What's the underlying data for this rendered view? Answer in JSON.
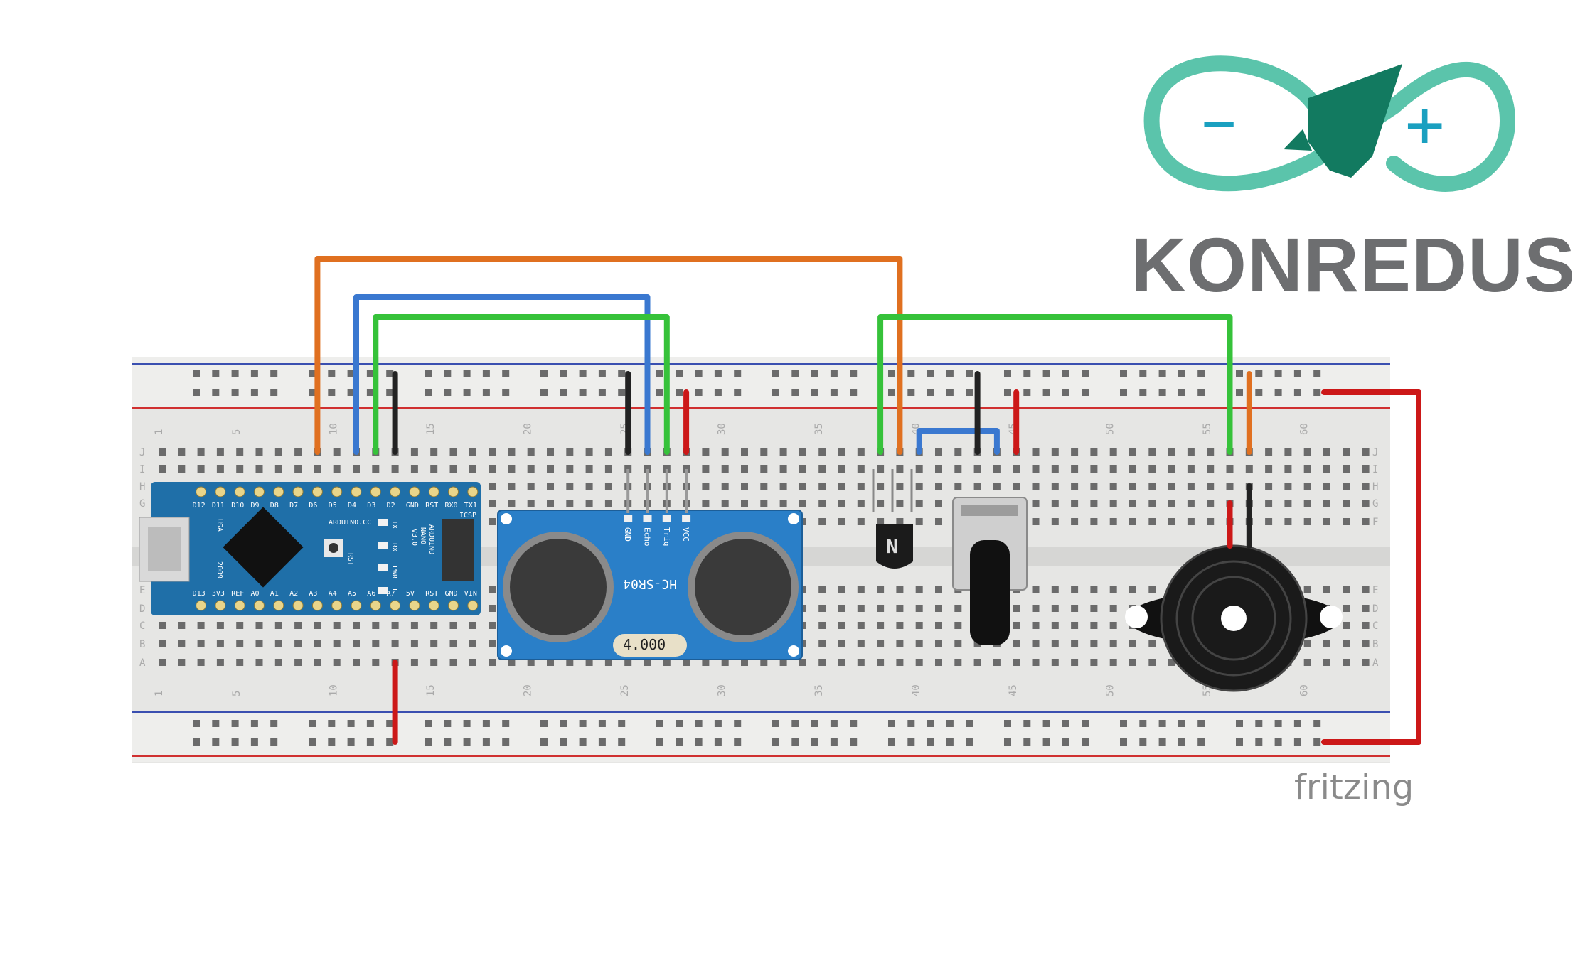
{
  "brand": {
    "name": "KONREDUS",
    "logo_minus": "−",
    "logo_plus": "+",
    "logo_color": "#5bc4ab",
    "rocket_color": "#127a60"
  },
  "watermark": "fritzing",
  "breadboard": {
    "column_numbers": [
      "1",
      "5",
      "10",
      "15",
      "20",
      "25",
      "30",
      "35",
      "40",
      "45",
      "50",
      "55",
      "60"
    ],
    "row_letters_top": [
      "J",
      "I",
      "H",
      "G",
      "F"
    ],
    "row_letters_bottom": [
      "E",
      "D",
      "C",
      "B",
      "A"
    ]
  },
  "arduino": {
    "top_pins": [
      "D12",
      "D11",
      "D10",
      "D9",
      "D8",
      "D7",
      "D6",
      "D5",
      "D4",
      "D3",
      "D2",
      "GND",
      "RST",
      "RX0",
      "TX1"
    ],
    "bottom_pins": [
      "D13",
      "3V3",
      "REF",
      "A0",
      "A1",
      "A2",
      "A3",
      "A4",
      "A5",
      "A6",
      "A7",
      "5V",
      "RST",
      "GND",
      "VIN"
    ],
    "board_label": "ARDUINO.CC",
    "model_lines": [
      "ARDUINO",
      "NANO",
      "V3.0"
    ],
    "icsp": "ICSP",
    "leds": [
      "TX",
      "RX",
      "PWR",
      "L"
    ],
    "rst": "RST",
    "side_top": "USA",
    "side_bottom": "2009"
  },
  "sensor": {
    "pins": [
      "GND",
      "Echo",
      "Trig",
      "VCC"
    ],
    "model": "HC-SR04",
    "crystal": "4.000"
  },
  "transistor": {
    "mark": "N"
  },
  "wire_colors": {
    "orange": "#e07020",
    "blue": "#3a78d0",
    "green": "#36c23a",
    "black": "#222222",
    "red": "#cc1818"
  }
}
